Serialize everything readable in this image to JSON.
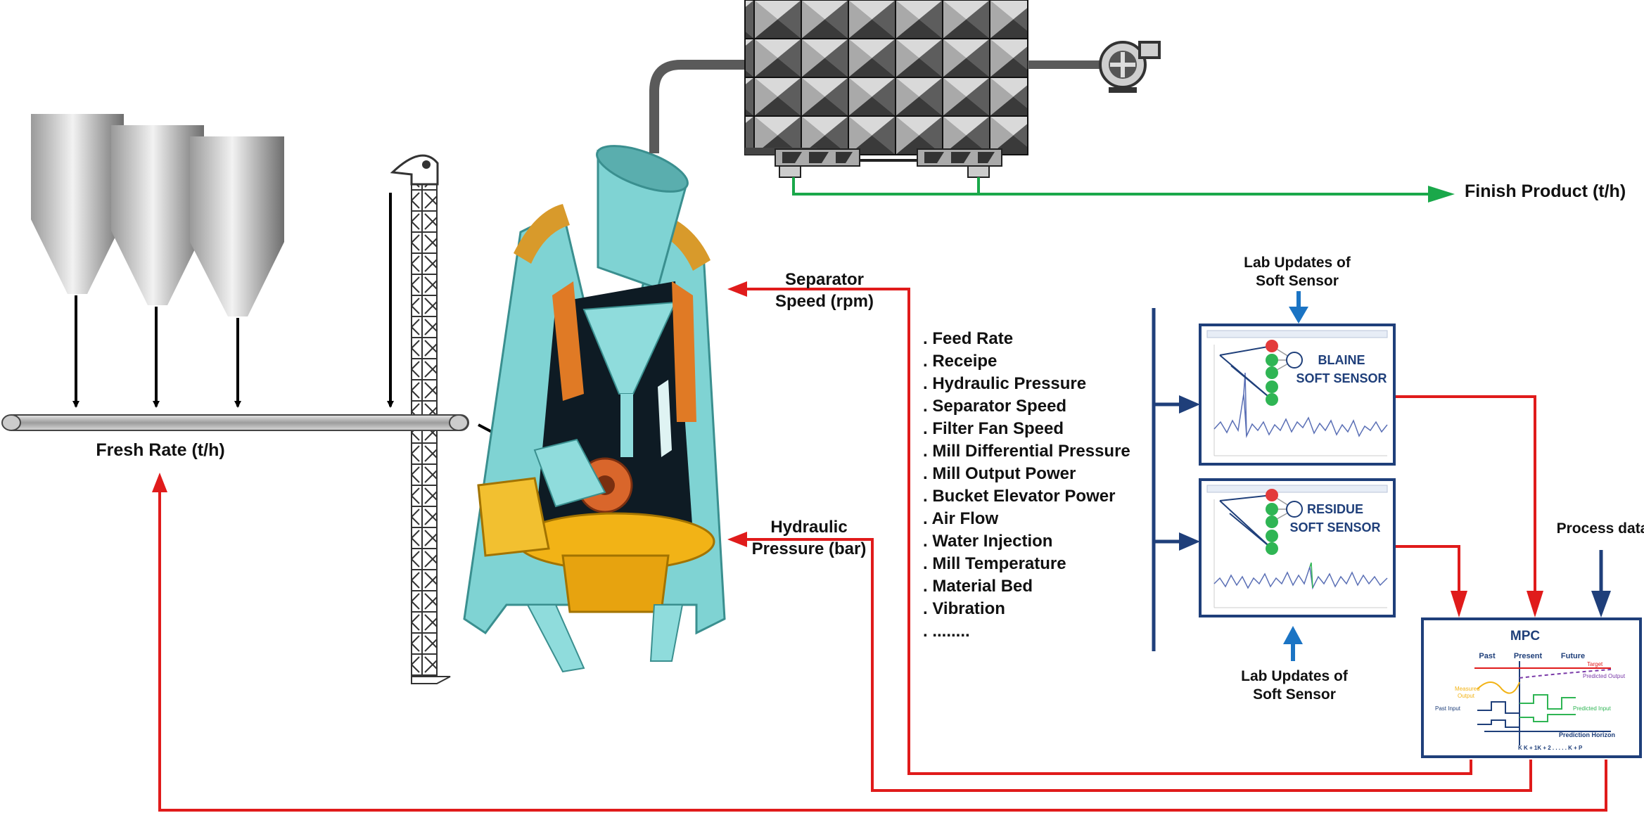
{
  "labels": {
    "fresh_rate": "Fresh Rate (t/h)",
    "finish_product": "Finish Product (t/h)",
    "separator_line1": "Separator",
    "separator_line2": "Speed (rpm)",
    "hydraulic_line1": "Hydraulic",
    "hydraulic_line2": "Pressure (bar)",
    "lab_top_line1": "Lab Updates of",
    "lab_top_line2": "Soft Sensor",
    "lab_bottom_line1": "Lab Updates of",
    "lab_bottom_line2": "Soft Sensor",
    "process_data": "Process data"
  },
  "variables": [
    ". Feed Rate",
    ". Receipe",
    ". Hydraulic Pressure",
    ". Separator Speed",
    ". Filter Fan Speed",
    ". Mill Differential Pressure",
    ". Mill Output Power",
    ". Bucket Elevator Power",
    ". Air Flow",
    ". Water Injection",
    ". Mill Temperature",
    ". Material Bed",
    ". Vibration",
    ". ........"
  ],
  "blaine": {
    "line1": "BLAINE",
    "line2": "SOFT SENSOR"
  },
  "residue": {
    "line1": "RESIDUE",
    "line2": "SOFT SENSOR"
  },
  "mpc": {
    "title": "MPC",
    "past": "Past",
    "present": "Present",
    "future": "Future",
    "target": "Target",
    "predicted_output": "Predicted Output",
    "measured_output_1": "Measured",
    "measured_output_2": "Output",
    "predicted_input": "Predicted Input",
    "past_input": "Past Input",
    "prediction_horizon": "Prediction Horizon",
    "k_axis": "K  K + 1K + 2 . . . . . K + P"
  },
  "colors": {
    "red_line": "#e01b1b",
    "green_line": "#1aa84a",
    "navy": "#1f3f7a",
    "arrow_blue": "#1b74c4",
    "mill_teal": "#7fd3d3"
  }
}
